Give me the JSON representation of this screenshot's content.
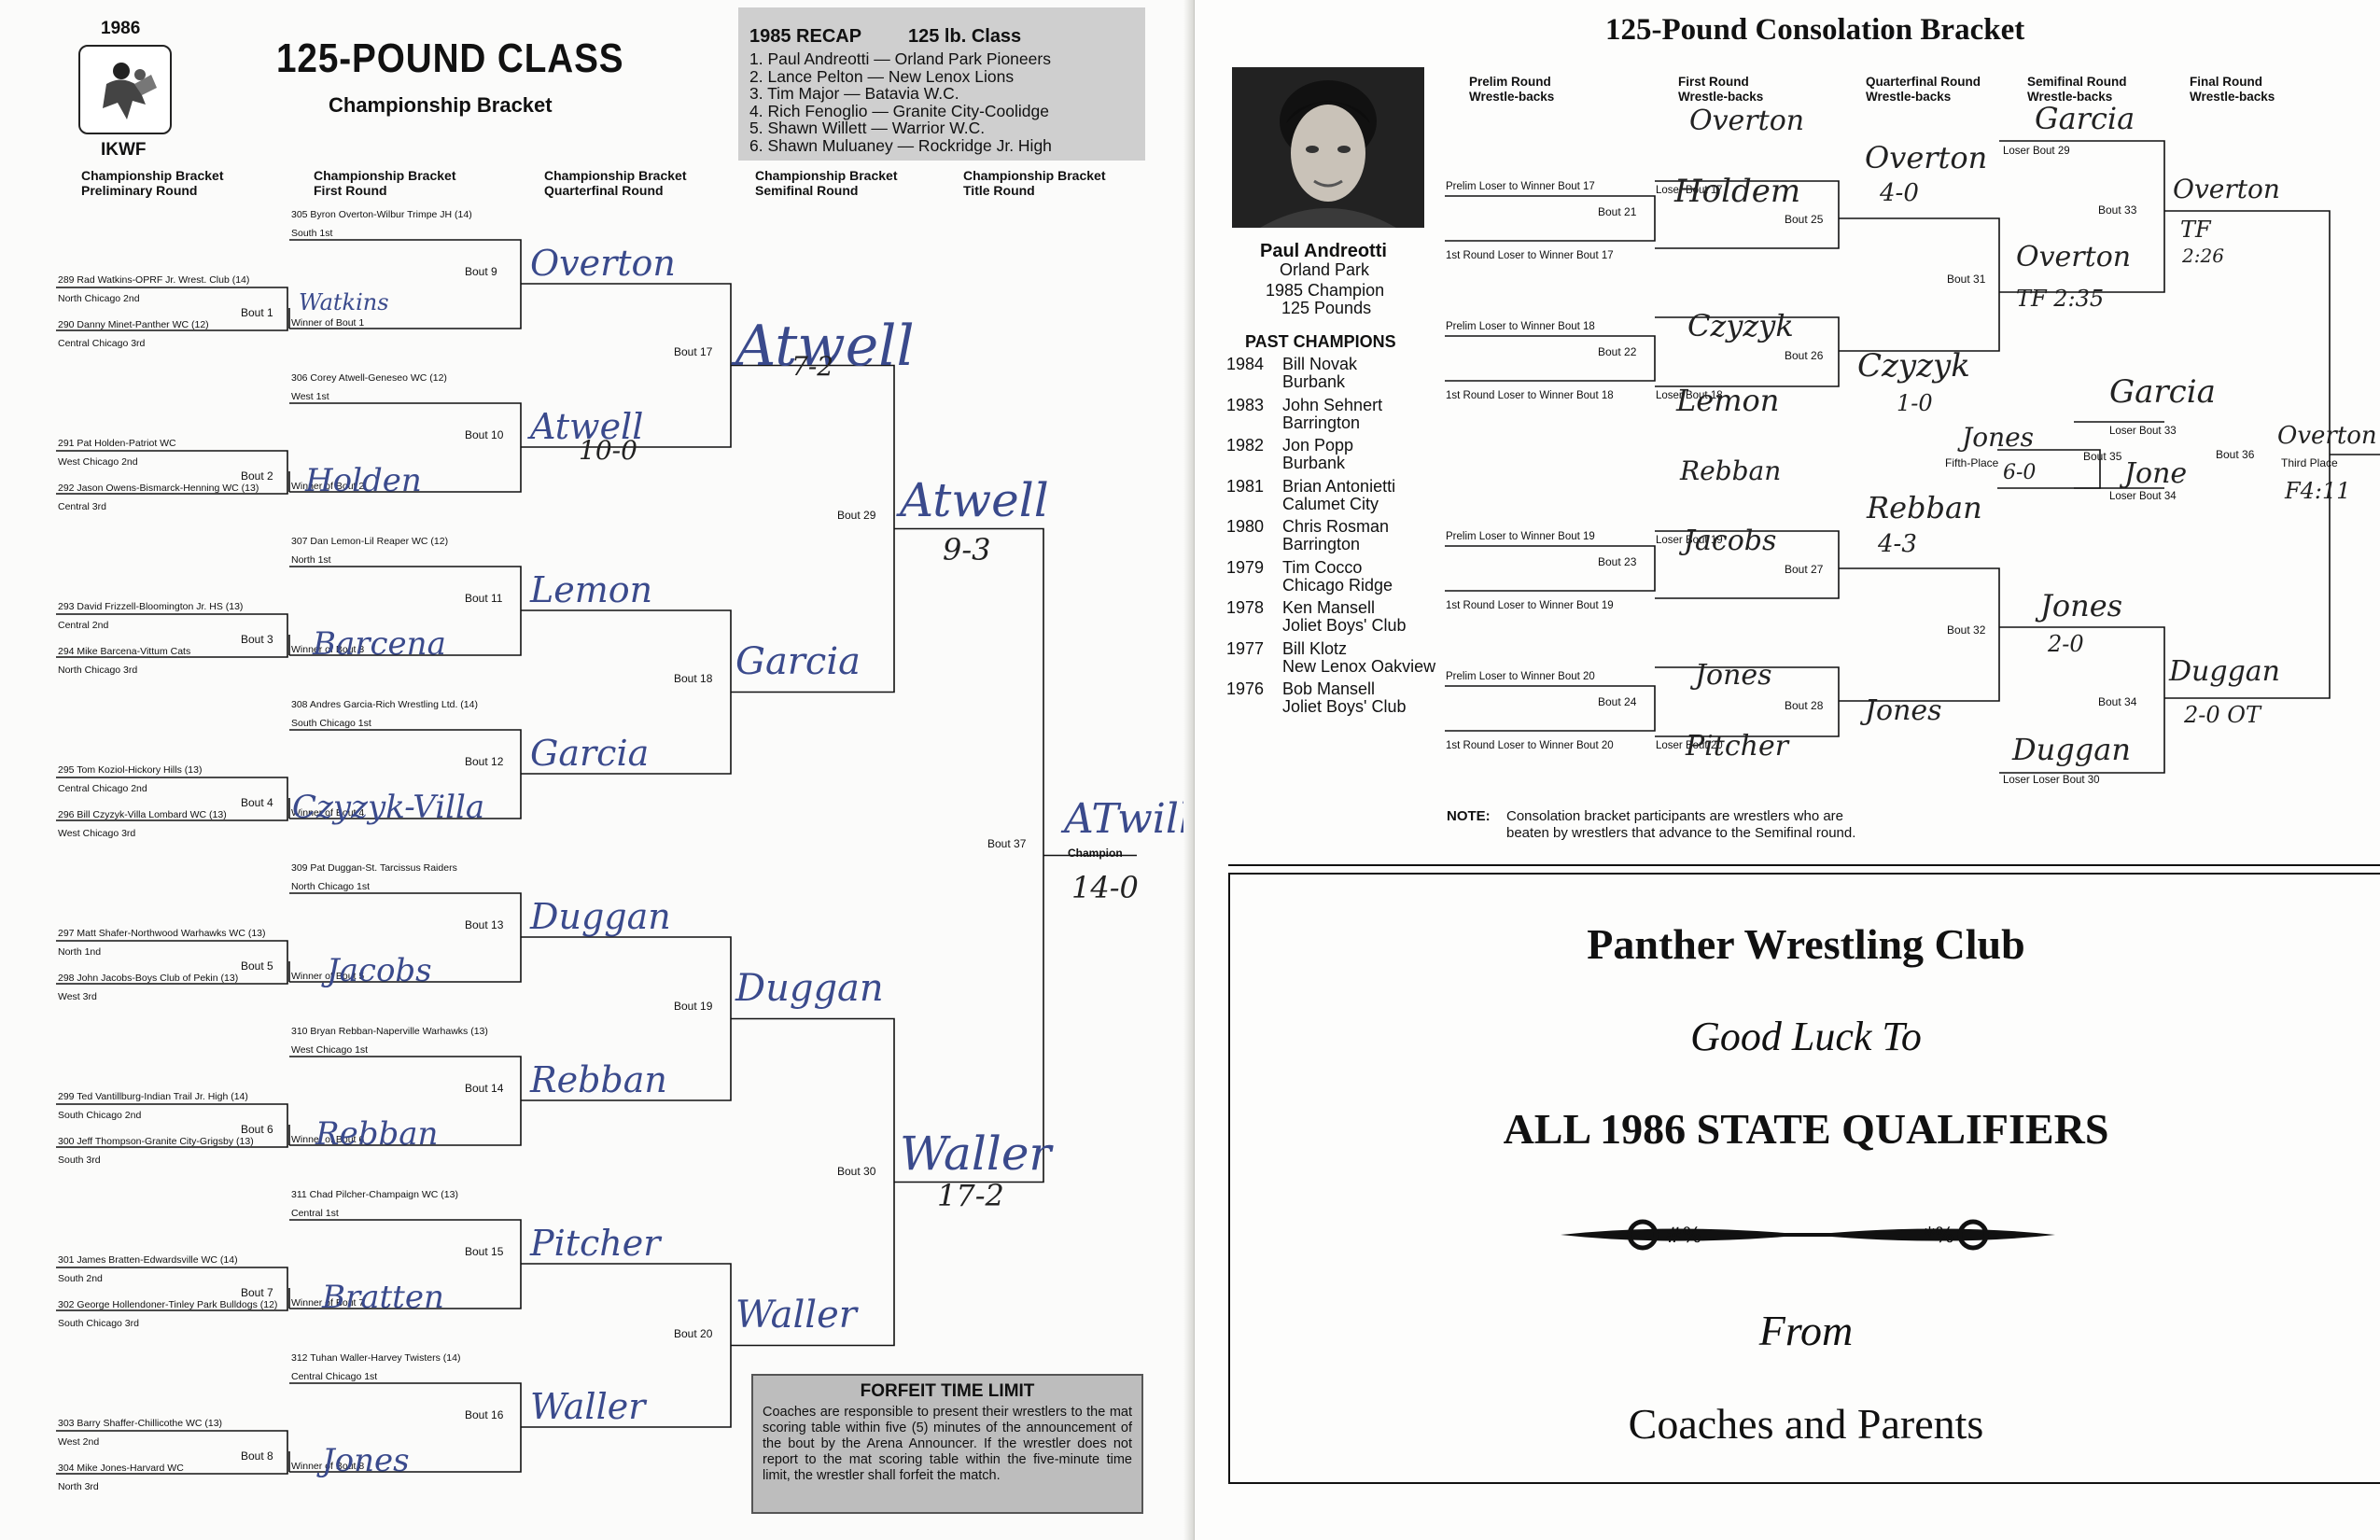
{
  "left": {
    "year": "1986",
    "org": "IKWF",
    "title": "125-POUND CLASS",
    "subtitle": "Championship Bracket",
    "recap": {
      "heading_a": "1985 RECAP",
      "heading_b": "125 lb. Class",
      "items": [
        "1. Paul Andreotti — Orland Park Pioneers",
        "2. Lance Pelton — New Lenox Lions",
        "3. Tim Major — Batavia W.C.",
        "4. Rich Fenoglio — Granite City-Coolidge",
        "5. Shawn Willett — Warrior W.C.",
        "6. Shawn Muluaney — Rockridge Jr. High"
      ]
    },
    "col_heads": [
      "Championship Bracket\nPreliminary Round",
      "Championship Bracket\nFirst Round",
      "Championship Bracket\nQuarterfinal Round",
      "Championship Bracket\nSemifinal Round",
      "Championship Bracket\nTitle Round"
    ],
    "prelim": [
      [
        "289 Rad Watkins-OPRF Jr. Wrest. Club (14)",
        "North Chicago 2nd",
        "290 Danny Minet-Panther WC (12)",
        "Central Chicago 3rd",
        "Bout 1"
      ],
      [
        "291 Pat Holden-Patriot WC",
        "West Chicago 2nd",
        "292 Jason Owens-Bismarck-Henning WC (13)",
        "Central 3rd",
        "Bout 2"
      ],
      [
        "293 David Frizzell-Bloomington Jr. HS (13)",
        "Central 2nd",
        "294 Mike Barcena-Vittum Cats",
        "North Chicago 3rd",
        "Bout 3"
      ],
      [
        "295 Tom Koziol-Hickory Hills (13)",
        "Central Chicago 2nd",
        "296 Bill Czyzyk-Villa Lombard WC (13)",
        "West Chicago 3rd",
        "Bout 4"
      ],
      [
        "297 Matt Shafer-Northwood Warhawks WC (13)",
        "North 1nd",
        "298 John Jacobs-Boys Club of Pekin (13)",
        "West 3rd",
        "Bout 5"
      ],
      [
        "299 Ted Vantillburg-Indian Trail Jr. High (14)",
        "South Chicago 2nd",
        "300 Jeff Thompson-Granite City-Grigsby (13)",
        "South 3rd",
        "Bout 6"
      ],
      [
        "301 James Bratten-Edwardsville WC (14)",
        "South 2nd",
        "302 George Hollendoner-Tinley Park Bulldogs (12)",
        "South Chicago 3rd",
        "Bout 7"
      ],
      [
        "303 Barry Shaffer-Chillicothe WC (13)",
        "West 2nd",
        "304 Mike Jones-Harvard WC",
        "North 3rd",
        "Bout 8"
      ]
    ],
    "first": [
      [
        "305 Byron Overton-Wilbur Trimpe JH (14)",
        "South 1st",
        "Winner of Bout 1",
        "Bout 9"
      ],
      [
        "306 Corey Atwell-Geneseo WC (12)",
        "West 1st",
        "Winner of Bout 2",
        "Bout 10"
      ],
      [
        "307 Dan Lemon-Lil Reaper WC (12)",
        "North 1st",
        "Winner of Bout 3",
        "Bout 11"
      ],
      [
        "308 Andres Garcia-Rich Wrestling Ltd. (14)",
        "South Chicago 1st",
        "Winner of Bout 4",
        "Bout 12"
      ],
      [
        "309 Pat Duggan-St. Tarcissus Raiders",
        "North Chicago 1st",
        "Winner of Bout 5",
        "Bout 13"
      ],
      [
        "310 Bryan Rebban-Naperville Warhawks (13)",
        "West Chicago 1st",
        "Winner of Bout 6",
        "Bout 14"
      ],
      [
        "311 Chad Pilcher-Champaign WC (13)",
        "Central 1st",
        "Winner of Bout 7",
        "Bout 15"
      ],
      [
        "312 Tuhan Waller-Harvey Twisters (14)",
        "Central Chicago 1st",
        "Winner of Bout 8",
        "Bout 16"
      ]
    ],
    "later_bouts": [
      "Bout 17",
      "Bout 18",
      "Bout 19",
      "Bout 20",
      "Bout 29",
      "Bout 30",
      "Bout 37"
    ],
    "champion_label": "Champion",
    "hand": {
      "prelim": [
        "Watkins",
        "Holden",
        "Barcena",
        "Czyzyk-Villa",
        "Jacobs",
        "Rebban",
        "Bratten",
        "Jones"
      ],
      "quarter": [
        "Overton",
        "Atwell",
        "Lemon",
        "Garcia",
        "Duggan",
        "Rebban",
        "Pitcher",
        "Waller"
      ],
      "quarter_scores": [
        "",
        "10-0"
      ],
      "semi": [
        "Atwell",
        "Garcia",
        "Duggan",
        "Waller"
      ],
      "semi_scores": [
        "7-2",
        "",
        "",
        ""
      ],
      "final": [
        "Atwell",
        "Waller"
      ],
      "final_scores": [
        "9-3",
        "17-2"
      ],
      "champ": "ATwill",
      "champ_score": "14-0"
    },
    "forfeit": {
      "title": "FORFEIT TIME LIMIT",
      "body": "Coaches are responsible to present their wrestlers to the mat scoring table within five (5) minutes of the announcement of the bout by the Arena Announcer. If the wrestler does not report to the mat scoring table within the five-minute time limit, the wrestler shall forfeit the match."
    }
  },
  "right": {
    "title": "125-Pound Consolation Bracket",
    "col_heads": [
      "Prelim Round\nWrestle-backs",
      "First Round\nWrestle-backs",
      "Quarterfinal Round\nWrestle-backs",
      "Semifinal Round\nWrestle-backs",
      "Final Round\nWrestle-backs"
    ],
    "champion": {
      "name": "Paul Andreotti",
      "town": "Orland Park",
      "line1": "1985 Champion",
      "line2": "125 Pounds"
    },
    "past_heading": "PAST CHAMPIONS",
    "past": [
      [
        "1984",
        "Bill Novak",
        "Burbank"
      ],
      [
        "1983",
        "John Sehnert",
        "Barrington"
      ],
      [
        "1982",
        "Jon Popp",
        "Burbank"
      ],
      [
        "1981",
        "Brian Antonietti",
        "Calumet City"
      ],
      [
        "1980",
        "Chris Rosman",
        "Barrington"
      ],
      [
        "1979",
        "Tim Cocco",
        "Chicago Ridge"
      ],
      [
        "1978",
        "Ken Mansell",
        "Joliet Boys' Club"
      ],
      [
        "1977",
        "Bill Klotz",
        "New Lenox Oakview"
      ],
      [
        "1976",
        "Bob Mansell",
        "Joliet Boys' Club"
      ]
    ],
    "labels": {
      "loser17": "Loser Bout 17",
      "prelim17": "Prelim Loser to Winner Bout 17",
      "first17": "1st Round Loser to Winner Bout 17",
      "prelim18": "Prelim Loser to Winner Bout 18",
      "first18": "1st Round Loser to Winner Bout 18",
      "loser18": "Loser Bout 18",
      "loser19": "Loser Bout 19",
      "prelim19": "Prelim Loser to Winner Bout 19",
      "first19": "1st Round Loser to Winner Bout 19",
      "prelim20": "Prelim Loser to Winner Bout 20",
      "first20": "1st Round Loser to Winner Bout 20",
      "loser20": "Loser Bout 20",
      "loser29": "Loser Bout 29",
      "loser30": "Loser Loser Bout 30",
      "loser33": "Loser Bout 33",
      "loser34": "Loser Bout 34",
      "fifth": "Fifth-Place",
      "third": "Third Place"
    },
    "bouts": [
      "Bout 21",
      "Bout 22",
      "Bout 23",
      "Bout 24",
      "Bout 25",
      "Bout 26",
      "Bout 27",
      "Bout 28",
      "Bout 31",
      "Bout 32",
      "Bout 33",
      "Bout 34",
      "Bout 35",
      "Bout 36"
    ],
    "hand": {
      "overton1": "Overton",
      "holden": "Holdem",
      "czyzyk": "Czyzyk",
      "lemon": "Lemon",
      "rebban": "Rebban",
      "jacobs": "Jacobs",
      "jones1": "Jones",
      "pitcher": "Pitcher",
      "overton2": "Overton",
      "s40": "4-0",
      "czyzyk2": "Czyzyk",
      "s10": "1-0",
      "rebban2": "Rebban",
      "s43": "4-3",
      "jones2": "Jones",
      "garcia1": "Garcia",
      "overton3": "Overton",
      "tf1": "TF 2:35",
      "jones3": "Jones",
      "s20": "2-0",
      "duggan1": "Duggan",
      "overton4": "Overton",
      "tf2": "TF",
      "t2": "2:26",
      "garcia2": "Garcia",
      "jones4": "Jones",
      "jones5": "Jone",
      "s60": "6-0",
      "duggan2": "Duggan",
      "s20ot": "2-0 OT",
      "overton5": "Overton",
      "fall": "F4:11"
    },
    "note_label": "NOTE:",
    "note": "Consolation bracket participants are wrestlers who are\nbeaten by wrestlers that advance to the Semifinal round.",
    "ad": {
      "l1": "Panther Wrestling Club",
      "l2": "Good Luck To",
      "l3": "ALL 1986 STATE QUALIFIERS",
      "l4": "From",
      "l5": "Coaches and Parents"
    }
  }
}
